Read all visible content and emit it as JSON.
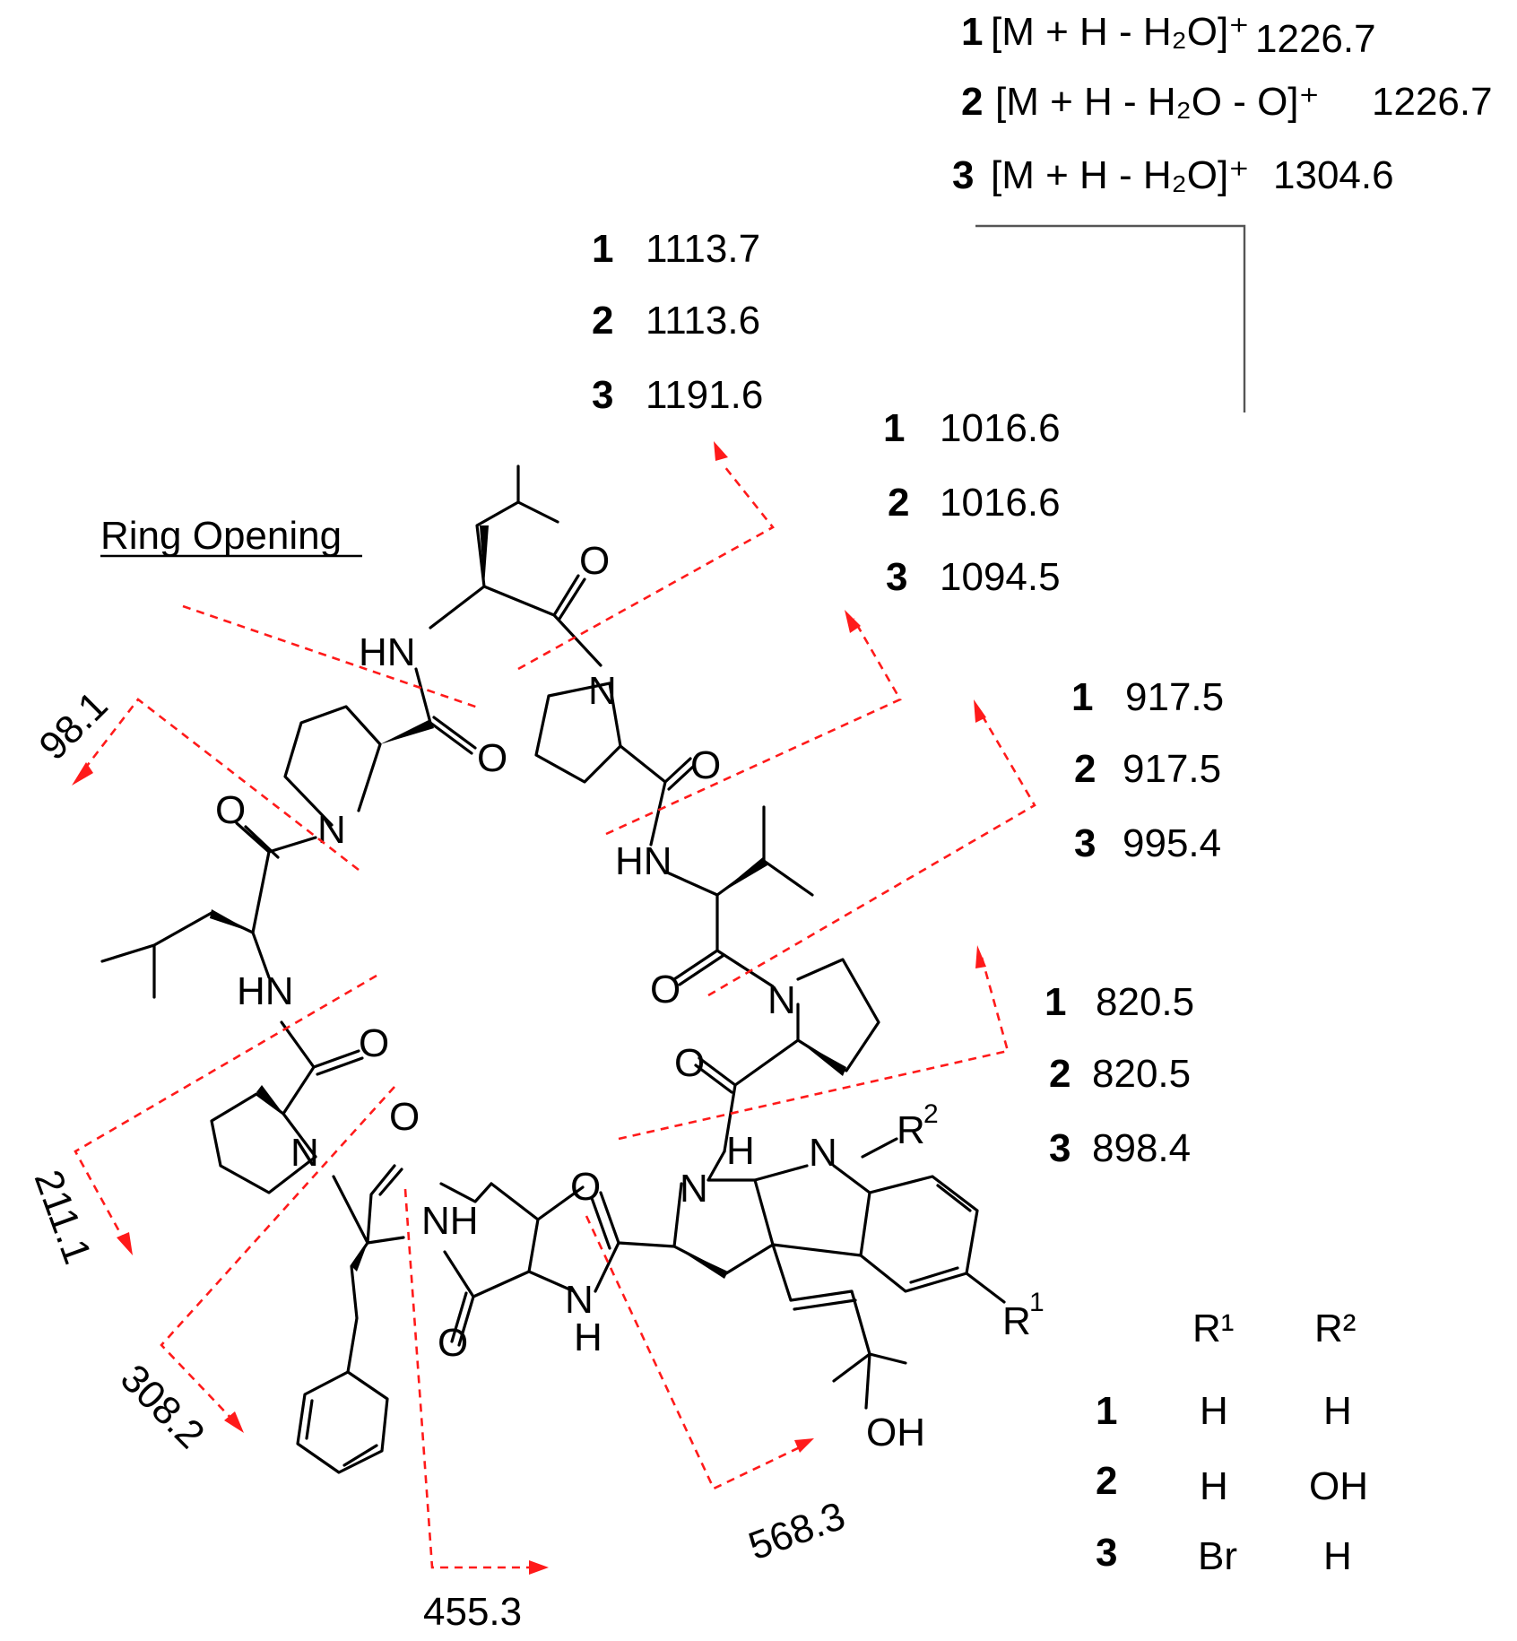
{
  "parent_ion": {
    "rows": [
      {
        "compound": "1",
        "ion": "[M + H - H₂O]⁺",
        "mz": "1226.7"
      },
      {
        "compound": "2",
        "ion": "[M + H - H₂O - O]⁺",
        "mz": "1226.7"
      },
      {
        "compound": "3",
        "ion": "[M + H - H₂O]⁺",
        "mz": "1304.6"
      }
    ]
  },
  "fragments": {
    "f1113": [
      {
        "compound": "1",
        "mz": "1113.7"
      },
      {
        "compound": "2",
        "mz": "1113.6"
      },
      {
        "compound": "3",
        "mz": "1191.6"
      }
    ],
    "f1016": [
      {
        "compound": "1",
        "mz": "1016.6"
      },
      {
        "compound": "2",
        "mz": "1016.6"
      },
      {
        "compound": "3",
        "mz": "1094.5"
      }
    ],
    "f917": [
      {
        "compound": "1",
        "mz": "917.5"
      },
      {
        "compound": "2",
        "mz": "917.5"
      },
      {
        "compound": "3",
        "mz": "995.4"
      }
    ],
    "f820": [
      {
        "compound": "1",
        "mz": "820.5"
      },
      {
        "compound": "2",
        "mz": "820.5"
      },
      {
        "compound": "3",
        "mz": "898.4"
      }
    ]
  },
  "small_fragments": {
    "a": "98.1",
    "b": "211.1",
    "c": "308.2",
    "d": "455.3",
    "e": "568.3"
  },
  "ring_opening_label": "Ring Opening",
  "atom_labels": {
    "HN": "HN",
    "NH": "NH",
    "N": "N",
    "O": "O",
    "H": "H",
    "OH": "OH",
    "R1": "R",
    "R2": "R",
    "sup1": "1",
    "sup2": "2"
  },
  "substituent_table": {
    "headers": [
      "R¹",
      "R²"
    ],
    "rows": [
      {
        "compound": "1",
        "r1": "H",
        "r2": "H"
      },
      {
        "compound": "2",
        "r1": "H",
        "r2": "OH"
      },
      {
        "compound": "3",
        "r1": "Br",
        "r2": "H"
      }
    ]
  },
  "colors": {
    "cleavage_lines": "#ff1a1a",
    "bonds": "#000000",
    "bracket": "#555555"
  }
}
